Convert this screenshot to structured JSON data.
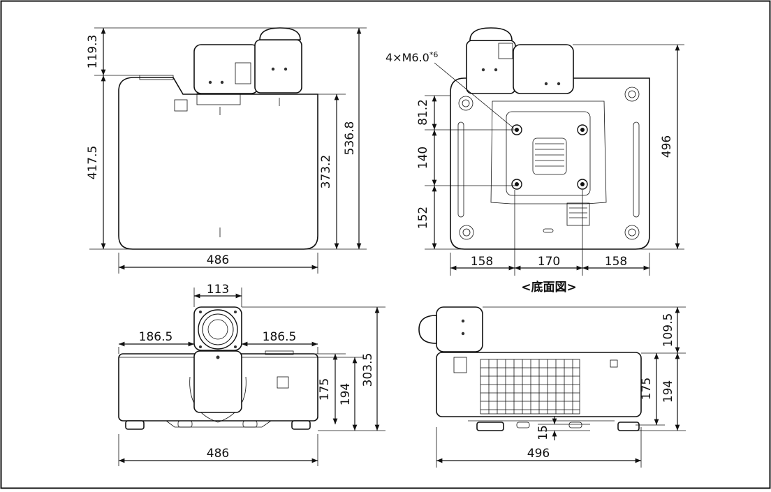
{
  "views": {
    "top": {
      "dims": {
        "lens_height": "119.3",
        "body_depth": "417.5",
        "inner_depth": "373.2",
        "total_depth": "536.8",
        "width": "486"
      }
    },
    "bottom": {
      "caption": "<底面図>",
      "screw_label": "4×M6.0",
      "screw_note": "*6",
      "dims": {
        "front_offset": "81.2",
        "hole_pitch_v": "140",
        "rear_offset": "152",
        "total_depth": "496",
        "left_offset": "158",
        "hole_pitch_h": "170",
        "right_offset": "158"
      }
    },
    "front": {
      "dims": {
        "lens_width": "113",
        "left_offset": "186.5",
        "right_offset": "186.5",
        "height_175": "175",
        "height_194": "194",
        "total_height": "303.5",
        "width": "486"
      }
    },
    "side": {
      "dims": {
        "lens_height": "109.5",
        "height_175": "175",
        "height_194": "194",
        "foot": "15",
        "depth": "496"
      }
    }
  },
  "colors": {
    "line": "#111111",
    "background": "#ffffff"
  }
}
